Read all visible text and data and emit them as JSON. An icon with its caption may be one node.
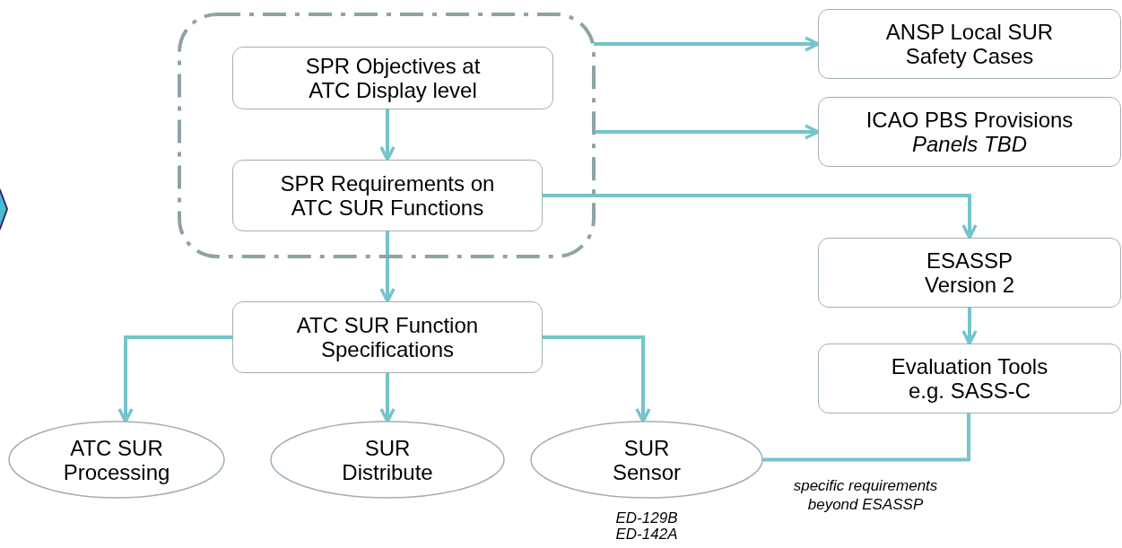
{
  "diagram": {
    "nodes": [
      {
        "text": [],
        "shape": "box"
      },
      {
        "text": [
          "SPR Objectives at ATC Display level"
        ],
        "in": 0
      },
      {
        "text": [
          "SPR Requirements on ATC SUR Functions"
        ],
        "in": 0
      },
      {
        "text": [
          "ANSP Local SUR Safety Cases"
        ]
      },
      {
        "text": [
          "ICAO PBS Provisions",
          "Panels TBD"
        ]
      },
      {
        "text": [
          "ESASSP Version 2"
        ]
      },
      {
        "text": [
          "ATC SUR Function Specifications"
        ]
      },
      {
        "text": [
          "Evaluation Tools e.g. SASS-C"
        ]
      },
      {
        "text": [
          "ATC SUR Processing"
        ]
      },
      {
        "text": [
          "SUR Distribute"
        ]
      },
      {
        "text": [
          "SUR Sensor"
        ],
        "beside": [
          "ED-129B",
          "ED-142A"
        ]
      }
    ],
    "edges": [
      {
        "from": 0,
        "to": 3,
        "arrow": "to"
      },
      {
        "from": 0,
        "to": 4,
        "arrow": "to"
      },
      {
        "from": 1,
        "to": 2,
        "arrow": "to"
      },
      {
        "from": 2,
        "to": 5,
        "arrow": "to"
      },
      {
        "from": 2,
        "to": 6,
        "arrow": "to"
      },
      {
        "from": 5,
        "to": 7,
        "arrow": "to"
      },
      {
        "from": 6,
        "to": 8,
        "arrow": "to"
      },
      {
        "from": 6,
        "to": 9,
        "arrow": "to"
      },
      {
        "from": 6,
        "to": 10,
        "arrow": "to"
      },
      {
        "from": 10,
        "to": 7,
        "arrow": "to",
        "label": "specific requirements beyond ESASSP"
      }
    ]
  }
}
